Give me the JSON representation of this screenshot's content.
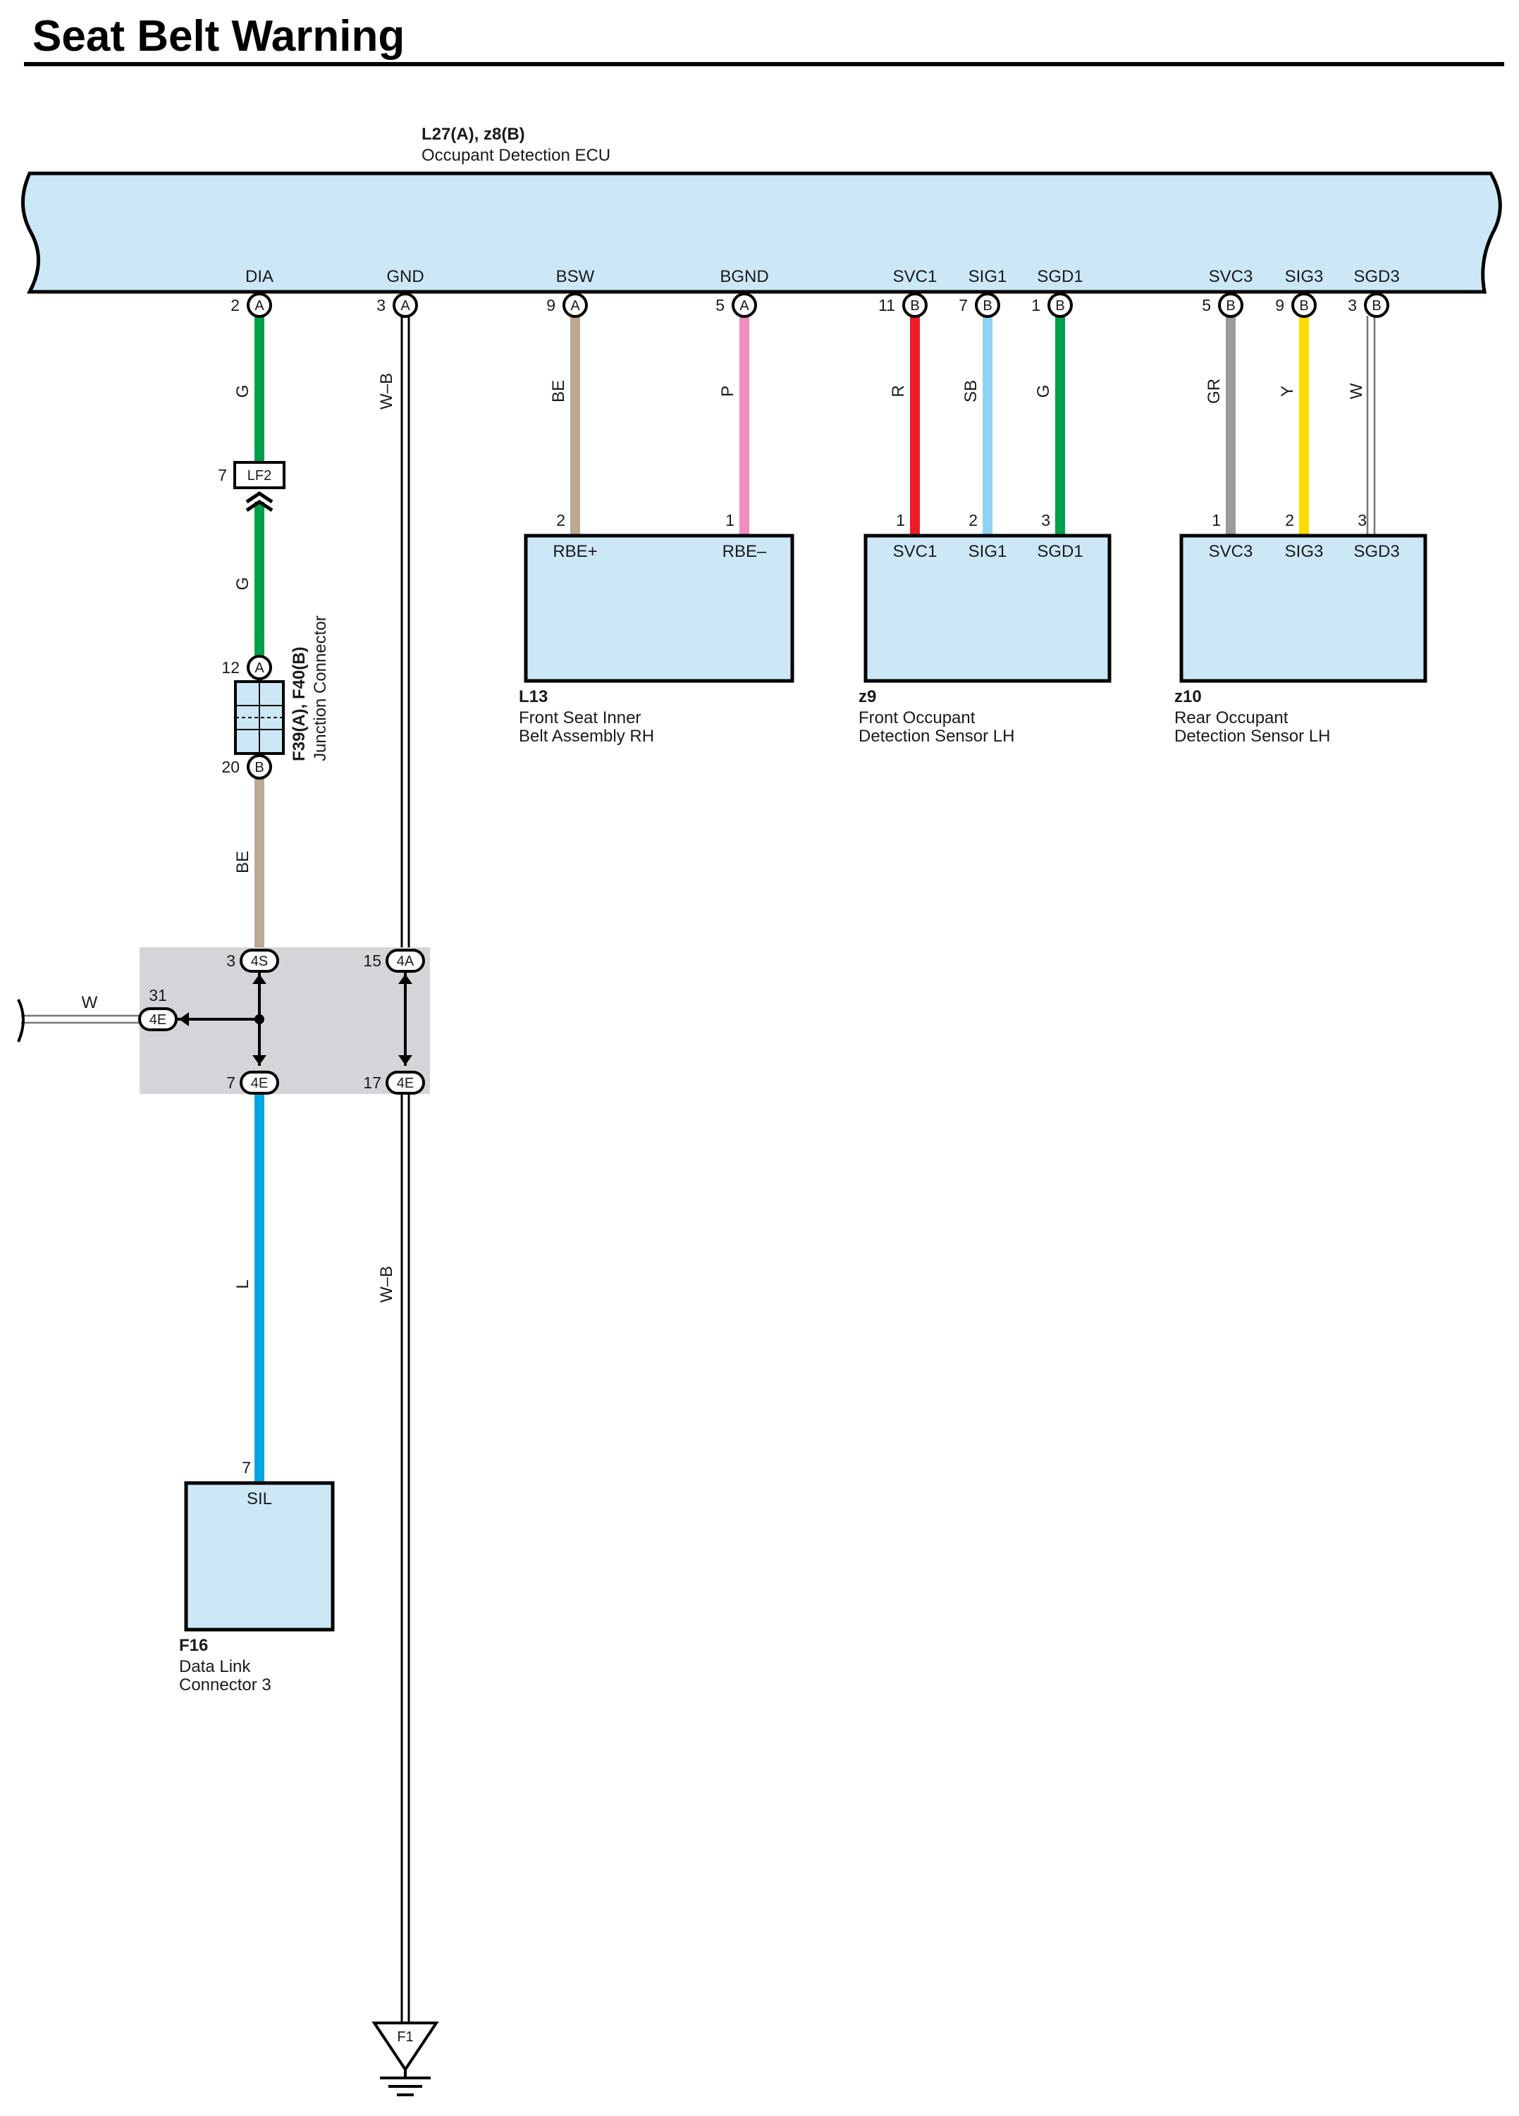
{
  "title": "Seat Belt Warning",
  "colors": {
    "box_fill": "#cce8f7",
    "junction_fill": "#d3d5d8",
    "G": "#00a04a",
    "BE": "#bba993",
    "P": "#f08dbd",
    "R": "#ec1c24",
    "SB": "#8fd4f3",
    "GR": "#9b9b9b",
    "Y": "#ffdd00",
    "W": "#ffffff",
    "L": "#00a6e2",
    "W-B": "#ffffff"
  },
  "ecu": {
    "code": "L27(A), z8(B)",
    "name": "Occupant Detection ECU",
    "pins": [
      {
        "term": "DIA",
        "num": "2",
        "conn": "A"
      },
      {
        "term": "GND",
        "num": "3",
        "conn": "A"
      },
      {
        "term": "BSW",
        "num": "9",
        "conn": "A"
      },
      {
        "term": "BGND",
        "num": "5",
        "conn": "A"
      },
      {
        "term": "SVC1",
        "num": "11",
        "conn": "B"
      },
      {
        "term": "SIG1",
        "num": "7",
        "conn": "B"
      },
      {
        "term": "SGD1",
        "num": "1",
        "conn": "B"
      },
      {
        "term": "SVC3",
        "num": "5",
        "conn": "B"
      },
      {
        "term": "SIG3",
        "num": "9",
        "conn": "B"
      },
      {
        "term": "SGD3",
        "num": "3",
        "conn": "B"
      }
    ]
  },
  "wires": {
    "dia_upper": "G",
    "dia_mid": "G",
    "gnd_upper": "W–B",
    "gnd_lower": "W–B",
    "bsw": "BE",
    "bgnd": "P",
    "svc1": "R",
    "sig1": "SB",
    "sgd1": "G",
    "svc3": "GR",
    "sig3": "Y",
    "sgd3": "W",
    "junction_out": "BE",
    "left_branch": "W",
    "sil": "L"
  },
  "inline_connector": {
    "num": "7",
    "code": "LF2"
  },
  "junction_connector": {
    "code": "F39(A), F40(B)",
    "name": "Junction Connector",
    "top_pin": {
      "num": "12",
      "conn": "A"
    },
    "bottom_pin": {
      "num": "20",
      "conn": "B"
    }
  },
  "junction_block": {
    "p1": {
      "num": "3",
      "tag": "4S"
    },
    "p2": {
      "num": "15",
      "tag": "4A"
    },
    "p3": {
      "num": "31",
      "tag": "4E"
    },
    "p4": {
      "num": "7",
      "tag": "4E"
    },
    "p5": {
      "num": "17",
      "tag": "4E"
    }
  },
  "l13": {
    "code": "L13",
    "line1": "Front Seat Inner",
    "line2": "Belt Assembly RH",
    "pins": [
      {
        "num": "2",
        "term": "RBE+"
      },
      {
        "num": "1",
        "term": "RBE–"
      }
    ]
  },
  "z9": {
    "code": "z9",
    "line1": "Front Occupant",
    "line2": "Detection Sensor LH",
    "pins": [
      {
        "num": "1",
        "term": "SVC1"
      },
      {
        "num": "2",
        "term": "SIG1"
      },
      {
        "num": "3",
        "term": "SGD1"
      }
    ]
  },
  "z10": {
    "code": "z10",
    "line1": "Rear Occupant",
    "line2": "Detection Sensor LH",
    "pins": [
      {
        "num": "1",
        "term": "SVC3"
      },
      {
        "num": "2",
        "term": "SIG3"
      },
      {
        "num": "3",
        "term": "SGD3"
      }
    ]
  },
  "f16": {
    "code": "F16",
    "line1": "Data Link",
    "line2": "Connector 3",
    "pin": {
      "num": "7",
      "term": "SIL"
    }
  },
  "ground": {
    "label": "F1"
  }
}
